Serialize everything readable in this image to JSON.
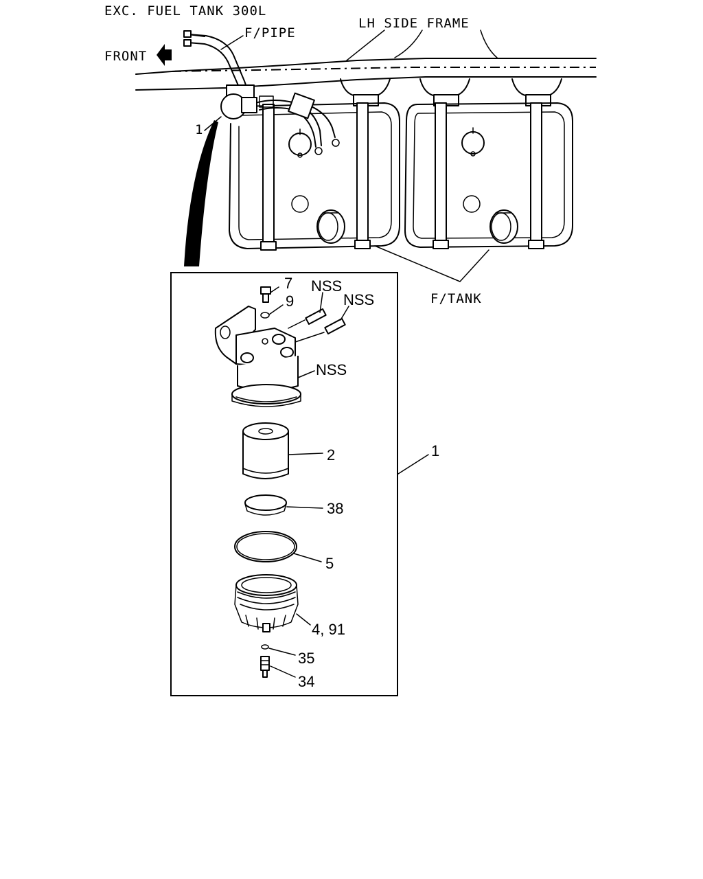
{
  "header": {
    "title": "EXC.  FUEL TANK 300L"
  },
  "overview": {
    "front_label": "FRONT",
    "pipe_label": "F/PIPE",
    "frame_label": "LH SIDE FRAME",
    "tank_label": "F/TANK",
    "callout_filter": "1"
  },
  "detail": {
    "assembly_callout": "1",
    "parts": {
      "bolt": "7",
      "washer": "9",
      "nss_a": "NSS",
      "nss_b": "NSS",
      "nss_head": "NSS",
      "element": "2",
      "ring": "38",
      "oring": "5",
      "bowl": "4, 91",
      "seal": "35",
      "drain": "34"
    }
  }
}
